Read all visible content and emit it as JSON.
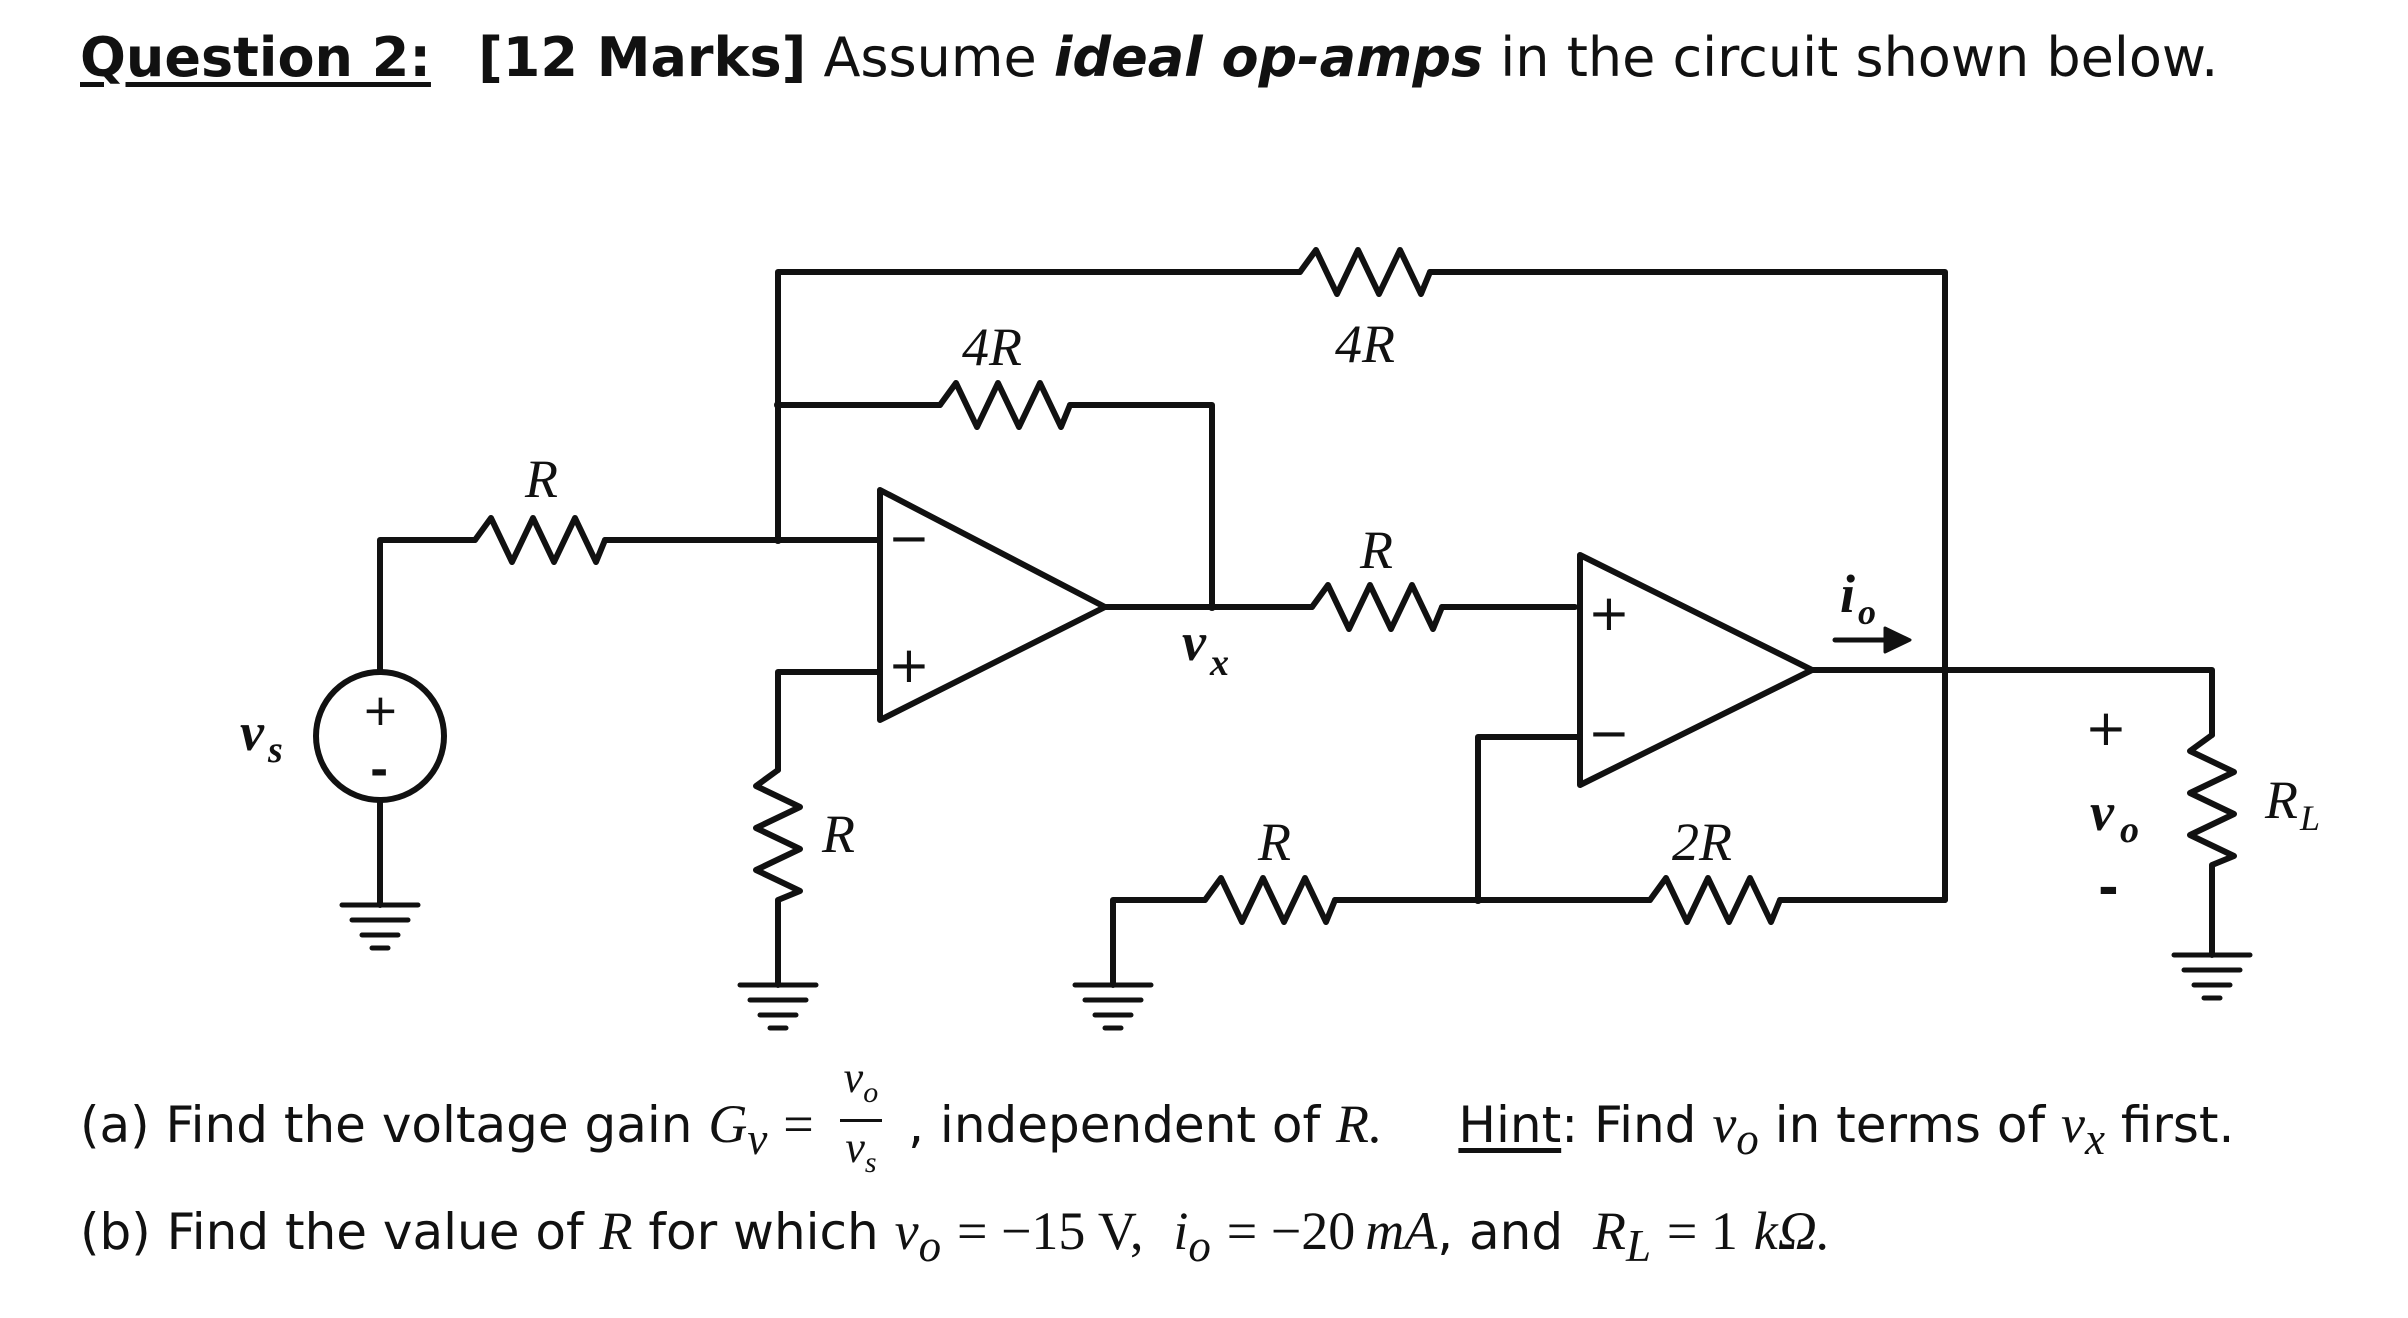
{
  "heading": {
    "number": "Question 2:",
    "marks": "[12 Marks]",
    "pre": "Assume",
    "emphasis": "ideal op-amps",
    "post": "in the circuit shown below."
  },
  "circuit": {
    "labels": {
      "r_input": "R",
      "r_feedback_inner": "4R",
      "r_feedback_outer": "4R",
      "r_ground_left": "R",
      "r_series_vx": "R",
      "r_ground_bottom": "R",
      "r_feedback_2r": "2R",
      "r_load": "R",
      "r_load_sub": "L",
      "vs": "v",
      "vs_sub": "s",
      "vx": "v",
      "vx_sub": "x",
      "vo": "v",
      "vo_sub": "o",
      "io": "i",
      "io_sub": "o",
      "plus": "+",
      "minus": "−",
      "dash": "-"
    }
  },
  "part_a": {
    "prefix": "(a) Find the voltage gain",
    "gain_symbol": "G",
    "gain_sub": "v",
    "equals": "=",
    "frac_num": "v",
    "frac_num_sub": "o",
    "frac_den": "v",
    "frac_den_sub": "s",
    "comma": ",",
    "mid": "independent of",
    "r_symbol": "R.",
    "hint_label": "Hint",
    "hint_colon": ":",
    "hint_text_1": "Find",
    "hint_v": "v",
    "hint_v_sub": "o",
    "hint_text_2": "in terms of",
    "hint_vx": "v",
    "hint_vx_sub": "x",
    "hint_text_3": "first."
  },
  "part_b": {
    "prefix": "(b) Find the value of",
    "r_symbol": "R",
    "mid": "for which",
    "vo": "v",
    "vo_sub": "o",
    "vo_value": "= −15 V,",
    "io": "i",
    "io_sub": "o",
    "io_value": "= −20",
    "io_unit": "mA",
    "and_text": ", and",
    "rl": "R",
    "rl_sub": "L",
    "rl_value": "= 1",
    "rl_unit": "kΩ."
  }
}
